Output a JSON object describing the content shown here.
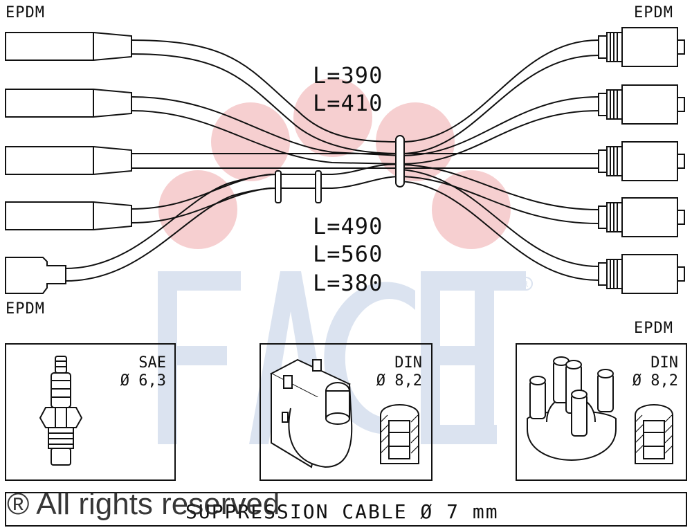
{
  "labels": {
    "top_left": "EPDM",
    "top_right": "EPDM",
    "mid_left": "EPDM",
    "mid_right": "EPDM"
  },
  "lengths": [
    "L=390",
    "L=410",
    "L=490",
    "L=560",
    "L=380"
  ],
  "specs": {
    "spark_plug": {
      "standard": "SAE",
      "diameter": "Ø 6,3"
    },
    "coil": {
      "standard": "DIN",
      "diameter": "Ø 8,2"
    },
    "distributor": {
      "standard": "DIN",
      "diameter": "Ø 8,2"
    }
  },
  "caption": "SUPPRESSION CABLE Ø 7 mm",
  "copyright": "® All rights reserved",
  "brand": "FACET",
  "colors": {
    "watermark_blue": "#dbe3f0",
    "watermark_pink": "#f6cfd0",
    "line": "#111111"
  }
}
